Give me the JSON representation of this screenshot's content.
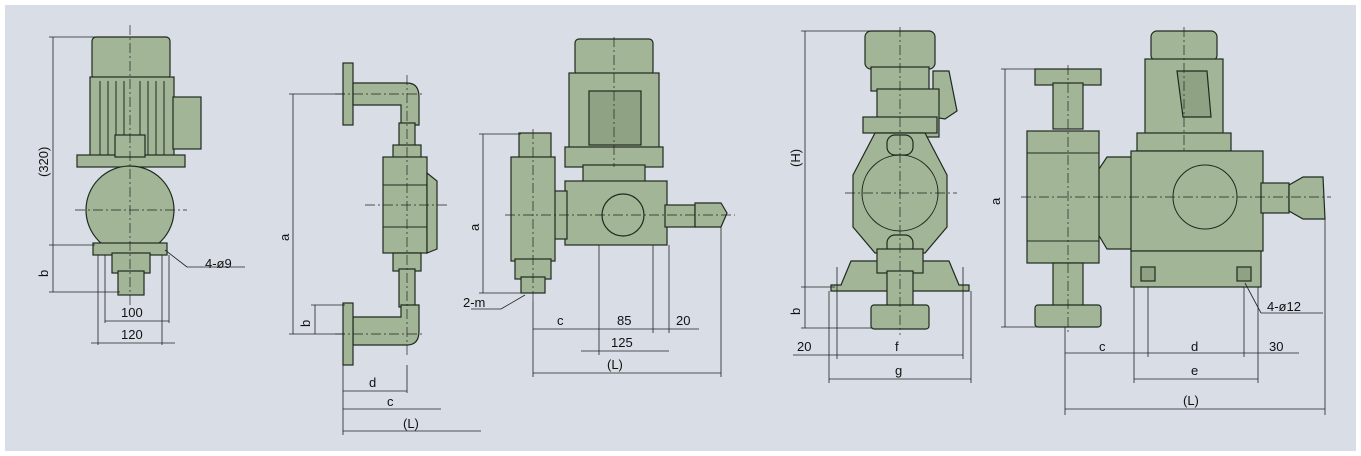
{
  "views": [
    {
      "name": "front-view",
      "labels": {
        "height": "(320)",
        "b": "b",
        "bolt": "4-ø9",
        "w1": "100",
        "w2": "120"
      }
    },
    {
      "name": "piping-view",
      "labels": {
        "a": "a",
        "b": "b",
        "d": "d",
        "c": "c",
        "L": "(L)"
      }
    },
    {
      "name": "side-view-small",
      "labels": {
        "a": "a",
        "thread": "2-m",
        "c": "c",
        "d85": "85",
        "d20": "20",
        "d125": "125",
        "L": "(L)"
      }
    },
    {
      "name": "front-view-large",
      "labels": {
        "H": "(H)",
        "b": "b",
        "d20": "20",
        "f": "f",
        "g": "g"
      }
    },
    {
      "name": "side-view-large",
      "labels": {
        "a": "a",
        "bolt": "4-ø12",
        "c": "c",
        "d": "d",
        "d30": "30",
        "e": "e",
        "L": "(L)"
      }
    }
  ],
  "colors": {
    "body": "#a2b597",
    "background": "#d8dde6",
    "line": "#1f2a1f"
  }
}
